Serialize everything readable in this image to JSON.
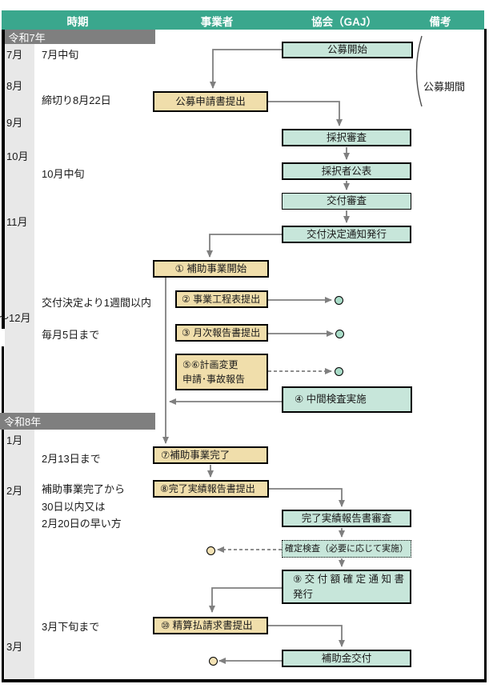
{
  "header": {
    "columns": [
      "時期",
      "事業者",
      "協会（GAJ）",
      "備考"
    ]
  },
  "years": {
    "reiwa7": "令和7年",
    "reiwa8": "令和8年"
  },
  "months": {
    "m7": "7月",
    "m8": "8月",
    "m9": "9月",
    "m10": "10月",
    "m11": "11月",
    "m12": "～12月",
    "m1": "1月",
    "m2": "2月",
    "m3": "3月"
  },
  "time_notes": {
    "jul": "7月中旬",
    "aug": "締切り8月22日",
    "oct": "10月中旬",
    "dec1": "交付決定より1週間以内",
    "dec2": "毎月5日まで",
    "feb1": "2月13日まで",
    "feb2": "補助事業完了から\n30日以内又は\n2月20日の早い方",
    "mar": "3月下旬まで"
  },
  "boxes": {
    "kobo_kaishi": "公募開始",
    "kobo_shinsei": "公募申請書提出",
    "saitaku_shinsa": "採択審査",
    "saitakusha_kohyo": "採択者公表",
    "kofu_shinsa": "交付審査",
    "kofu_kettei_tsuchi": "交付決定通知発行",
    "hojo_kaishi": "① 補助事業開始",
    "kotei_hyo": "② 事業工程表提出",
    "getsuji_hokoku": "③ 月次報告書提出",
    "keikaku_henko": "⑤⑥計画変更\n申請･事故報告",
    "chukan_kensa": "④ 中間検査実施",
    "hojo_kanryo": "⑦補助事業完了",
    "jisseki_teishutsu": "⑧完了実績報告書提出",
    "jisseki_shinsa": "完了実績報告書審査",
    "kakutei_kensa": "確定検査（必要に応じて実施）",
    "kofugaku_kakutei": "⑨ 交 付 額 確 定 通 知 書\n発行",
    "seisan_seikyu": "⑩ 精算払請求書提出",
    "hojokin_kofu": "補助金交付"
  },
  "remarks": {
    "kobo_kikan": "公募期間"
  },
  "colors": {
    "teal": "#3aa78d",
    "green": "#c7e6da",
    "yellow": "#f0deab",
    "circleGreen": "#a9dcc8",
    "circleYellow": "#f3e2b4",
    "arrow": "#7f7f7f"
  }
}
